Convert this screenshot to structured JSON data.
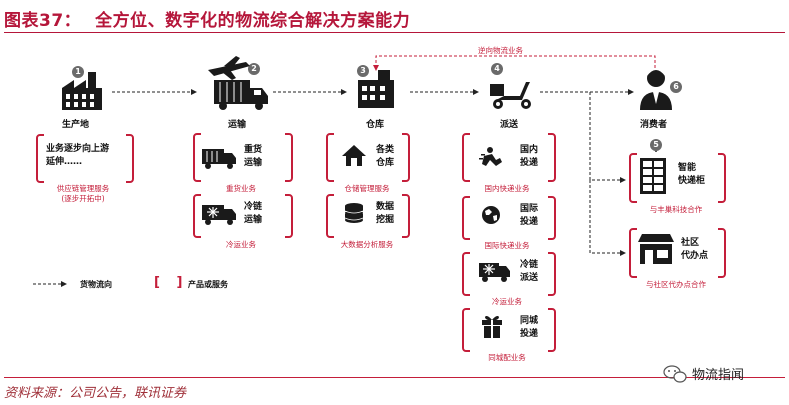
{
  "title": {
    "prefix": "图表37：",
    "text": "全方位、数字化的物流综合解决方案能力"
  },
  "stages": {
    "production": {
      "num": "1",
      "label": "生产地"
    },
    "transport": {
      "num": "2",
      "label": "运输"
    },
    "warehouse": {
      "num": "3",
      "label": "仓库"
    },
    "delivery": {
      "num": "4",
      "label": "派送"
    },
    "consumer": {
      "num": "6",
      "label": "消费者"
    }
  },
  "reverse_logistics": "逆向物流业务",
  "production_card": {
    "text": "业务逐步向上游\n延伸……",
    "caption": "供应链管理服务\n(逐步开拓中)"
  },
  "transport_cards": [
    {
      "icon": "truck-icon",
      "text": "重货\n运输",
      "caption": "重货业务"
    },
    {
      "icon": "cold-truck-icon",
      "text": "冷链\n运输",
      "caption": "冷运业务"
    }
  ],
  "warehouse_cards": [
    {
      "icon": "house-icon",
      "text": "各类\n仓库",
      "caption": "仓储管理服务"
    },
    {
      "icon": "database-icon",
      "text": "数据\n挖掘",
      "caption": "大数据分析服务"
    }
  ],
  "delivery_cards": [
    {
      "icon": "courier-icon",
      "text": "国内\n投递",
      "caption": "国内快递业务"
    },
    {
      "icon": "globe-icon",
      "text": "国际\n投递",
      "caption": "国际快递业务"
    },
    {
      "icon": "cold-truck-icon",
      "text": "冷链\n派送",
      "caption": "冷运业务"
    },
    {
      "icon": "gift-icon",
      "text": "同城\n投递",
      "caption": "同城配业务"
    }
  ],
  "pickup": [
    {
      "num": "5",
      "icon": "locker-icon",
      "text": "智能\n快递柜",
      "caption": "与丰巢科技合作"
    },
    {
      "icon": "store-icon",
      "text": "社区\n代办点",
      "caption": "与社区代办点合作"
    }
  ],
  "legend": {
    "flow": "货物流向",
    "bracket": "[ ]",
    "service": "产品或服务"
  },
  "source": "资料来源：公司公告，联讯证券",
  "brand": "物流指闻",
  "colors": {
    "accent": "#c41e3a",
    "title": "#b5163a",
    "icon": "#1a1a1a"
  }
}
